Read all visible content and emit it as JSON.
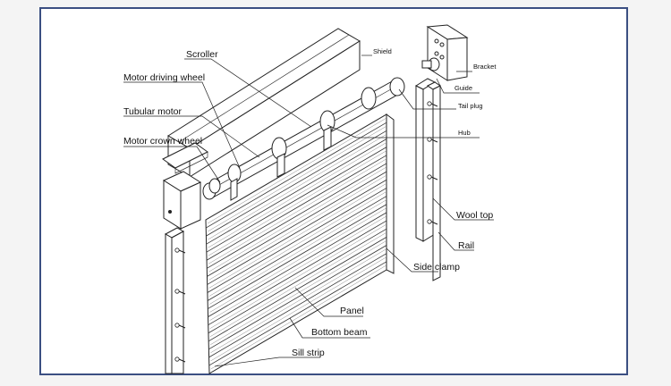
{
  "labels": {
    "scroller": "Scroller",
    "shield": "Shield",
    "bracket": "Bracket",
    "guide": "Guide",
    "tail_plug": "Tail plug",
    "hub": "Hub",
    "motor_driving_wheel": "Motor driving wheel",
    "tubular_motor": "Tubular motor",
    "motor_crown_wheel": "Motor crown wheel",
    "wool_top": "Wool top",
    "rail": "Rail",
    "side_clamp": "Side clamp",
    "panel": "Panel",
    "bottom_beam": "Bottom beam",
    "sill_strip": "Sill strip"
  },
  "colors": {
    "frame_border": "#3b4f82",
    "line": "#222222",
    "background": "#ffffff"
  }
}
